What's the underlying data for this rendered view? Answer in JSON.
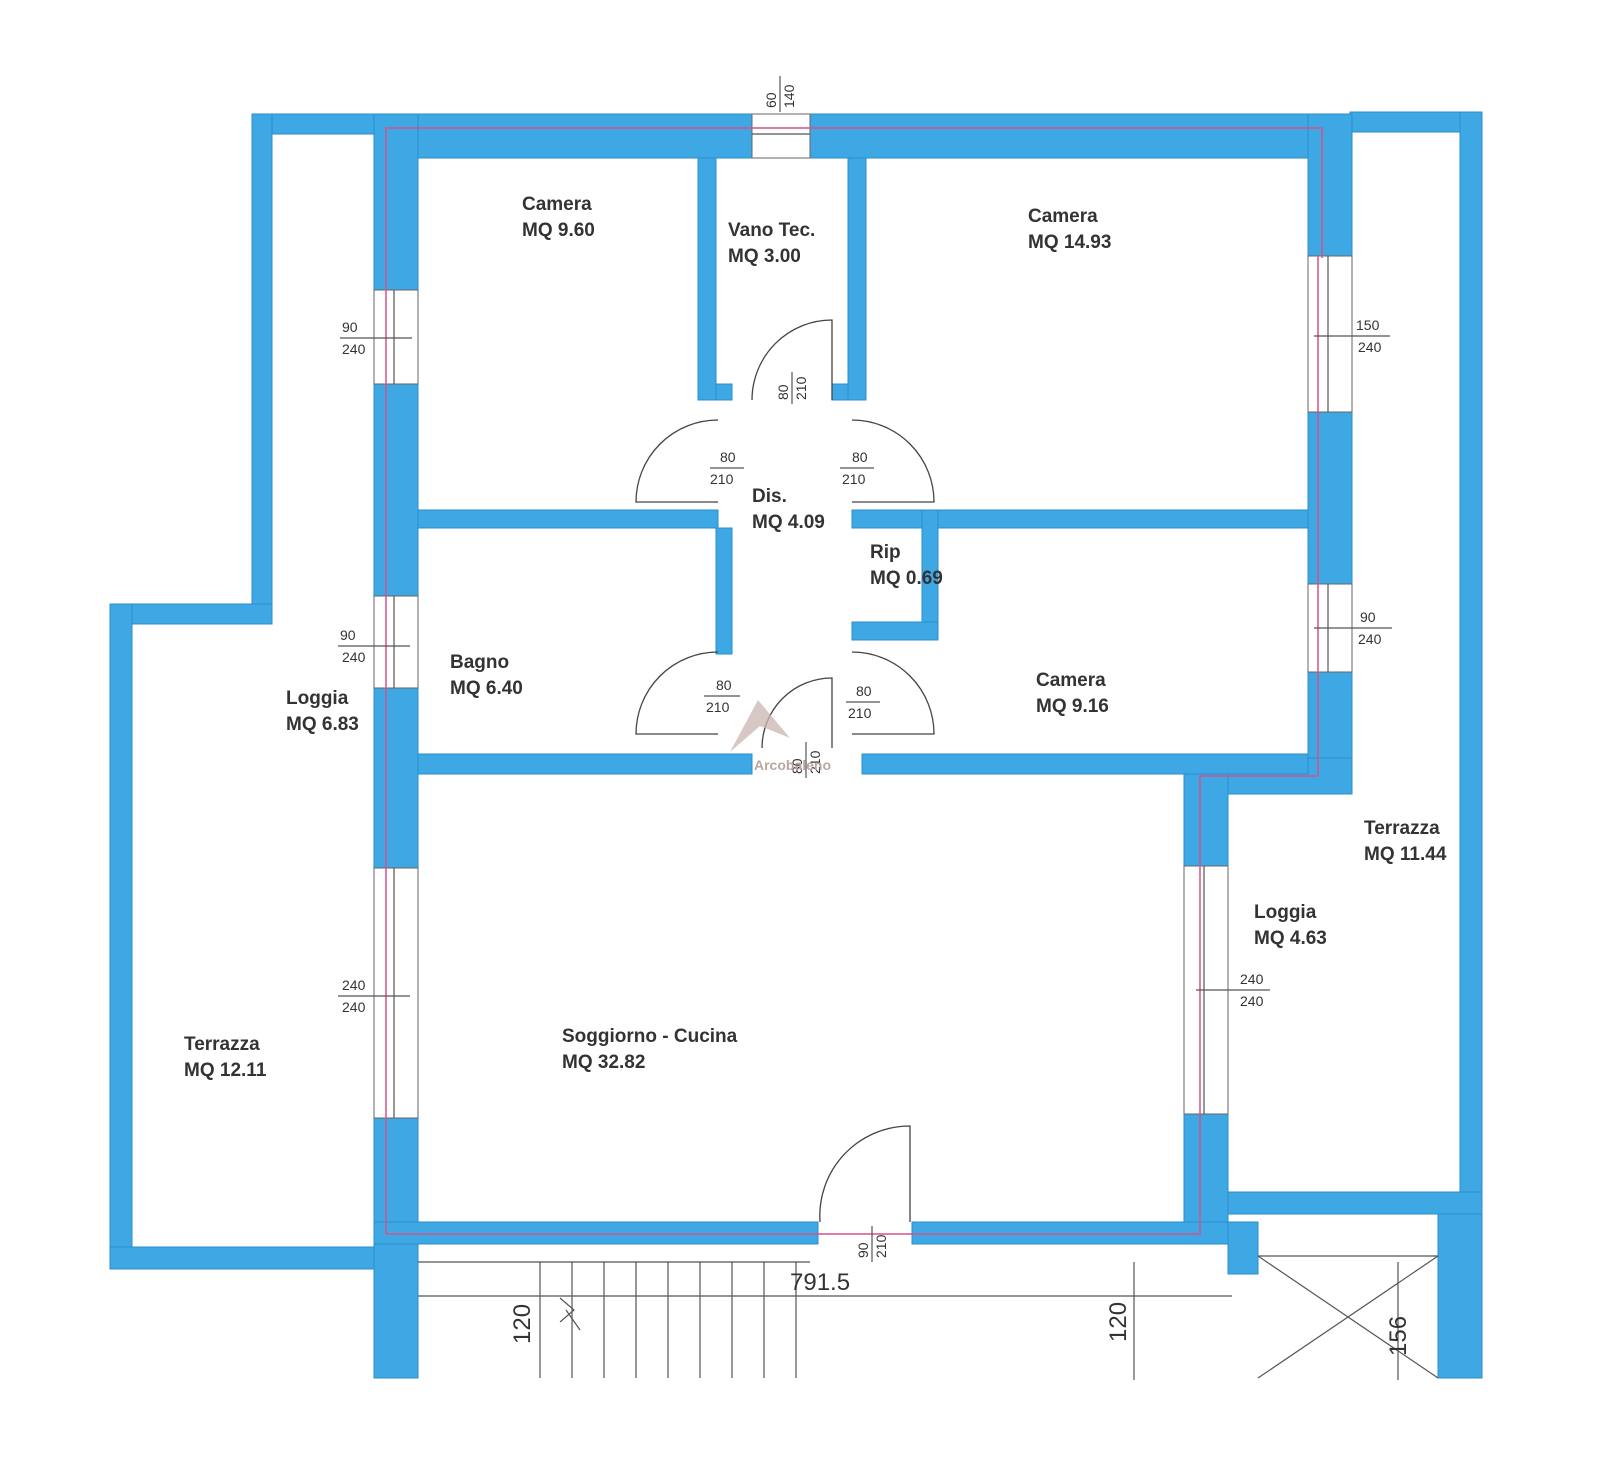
{
  "rooms": [
    {
      "id": "camera-1",
      "name": "Camera",
      "area": "MQ 9.60"
    },
    {
      "id": "vano-tec",
      "name": "Vano Tec.",
      "area": "MQ 3.00"
    },
    {
      "id": "camera-2",
      "name": "Camera",
      "area": "MQ 14.93"
    },
    {
      "id": "dis",
      "name": "Dis.",
      "area": "MQ 4.09"
    },
    {
      "id": "rip",
      "name": "Rip",
      "area": "MQ 0.69"
    },
    {
      "id": "bagno",
      "name": "Bagno",
      "area": "MQ 6.40"
    },
    {
      "id": "camera-3",
      "name": "Camera",
      "area": "MQ 9.16"
    },
    {
      "id": "loggia-left",
      "name": "Loggia",
      "area": "MQ 6.83"
    },
    {
      "id": "terrazza-right",
      "name": "Terrazza",
      "area": "MQ 11.44"
    },
    {
      "id": "loggia-right",
      "name": "Loggia",
      "area": "MQ 4.63"
    },
    {
      "id": "soggiorno",
      "name": "Soggiorno - Cucina",
      "area": "MQ 32.82"
    },
    {
      "id": "terrazza-left",
      "name": "Terrazza",
      "area": "MQ 12.11"
    }
  ],
  "openings": [
    {
      "id": "top-window",
      "a": "60",
      "b": "140"
    },
    {
      "id": "left-window-1",
      "a": "90",
      "b": "240"
    },
    {
      "id": "right-window-1",
      "a": "150",
      "b": "240"
    },
    {
      "id": "vano-door",
      "a": "80",
      "b": "210"
    },
    {
      "id": "camera1-door",
      "a": "80",
      "b": "210"
    },
    {
      "id": "camera2-door",
      "a": "80",
      "b": "210"
    },
    {
      "id": "left-window-2",
      "a": "90",
      "b": "240"
    },
    {
      "id": "right-window-2",
      "a": "90",
      "b": "240"
    },
    {
      "id": "bagno-door",
      "a": "80",
      "b": "210"
    },
    {
      "id": "camera3-door",
      "a": "80",
      "b": "210"
    },
    {
      "id": "dis-door",
      "a": "80",
      "b": "210"
    },
    {
      "id": "left-window-3",
      "a": "240",
      "b": "240"
    },
    {
      "id": "right-window-3",
      "a": "240",
      "b": "240"
    },
    {
      "id": "entry-door",
      "a": "90",
      "b": "210"
    }
  ],
  "dimensions": {
    "width": "791.5",
    "stair_left": "120",
    "stair_right": "120",
    "shaft": "156"
  },
  "watermark": "Arcobaleno",
  "colors": {
    "wall": "#3ea8e5",
    "annotation_line": "#d9508a",
    "text": "#333333"
  }
}
